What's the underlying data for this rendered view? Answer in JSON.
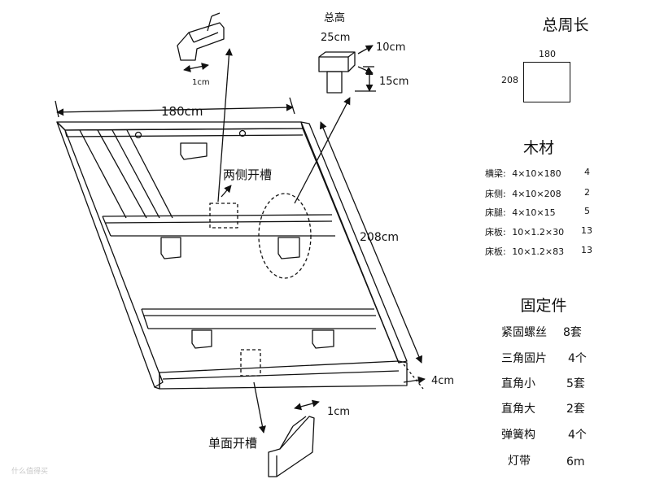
{
  "dims": {
    "top_length": "180cm",
    "side_length": "208cm",
    "thickness": "4cm",
    "groove_top": "1cm",
    "groove_bottom": "1cm",
    "leg_label": "总高",
    "leg_total": "25cm",
    "leg_top": "10cm",
    "leg_bottom": "15cm"
  },
  "labels": {
    "side_slot": "两侧开槽",
    "single_slot": "单面开槽"
  },
  "perimeter": {
    "title": "总周长",
    "width": "180",
    "height": "208"
  },
  "wood": {
    "title": "木材",
    "items": [
      {
        "name": "横梁:",
        "spec": "4×10×180",
        "qty": "4"
      },
      {
        "name": "床侧:",
        "spec": "4×10×208",
        "qty": "2"
      },
      {
        "name": "床腿:",
        "spec": "4×10×15",
        "qty": "5"
      },
      {
        "name": "床板:",
        "spec": "10×1.2×30",
        "qty": "13"
      },
      {
        "name": "床板:",
        "spec": "10×1.2×83",
        "qty": "13"
      }
    ]
  },
  "fixings": {
    "title": "固定件",
    "items": [
      {
        "name": "紧固螺丝",
        "qty": "8套"
      },
      {
        "name": "三角固片",
        "qty": "4个"
      },
      {
        "name": "直角小",
        "qty": "5套"
      },
      {
        "name": "直角大",
        "qty": "2套"
      },
      {
        "name": "弹簧构",
        "qty": "4个"
      },
      {
        "name": "灯带",
        "qty": "6m"
      }
    ]
  },
  "watermark": "什么值得买"
}
